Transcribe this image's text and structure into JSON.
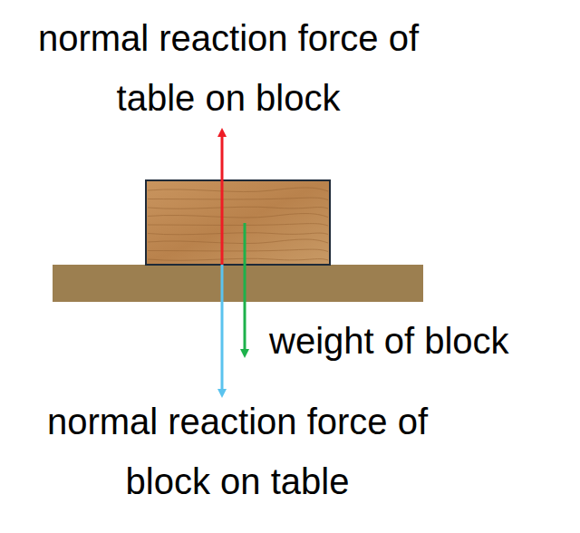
{
  "diagram": {
    "labels": [
      "normal reaction force of table on block",
      "weight of block",
      "normal reaction force of block on table"
    ]
  }
}
